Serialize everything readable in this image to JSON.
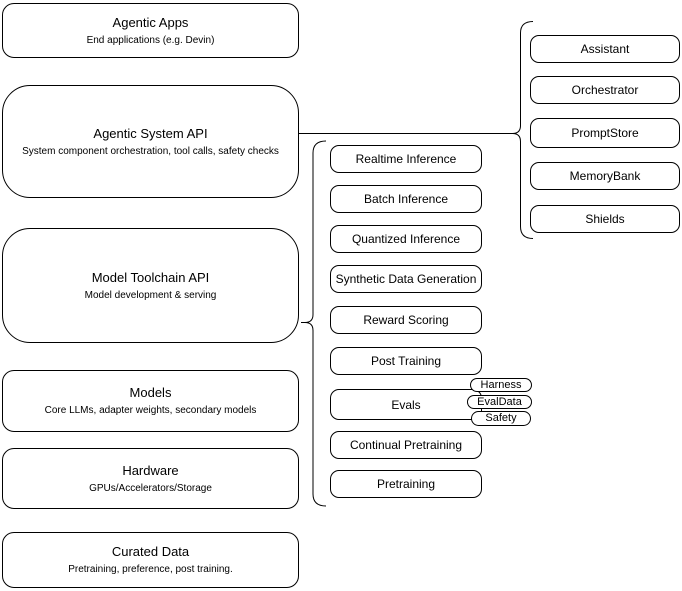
{
  "diagram": {
    "left_column": {
      "boxes": [
        {
          "title": "Agentic Apps",
          "subtitle": "End applications (e.g. Devin)"
        },
        {
          "title": "Agentic System API",
          "subtitle": "System component orchestration, tool calls, safety checks"
        },
        {
          "title": "Model Toolchain API",
          "subtitle": "Model development & serving"
        },
        {
          "title": "Models",
          "subtitle": "Core LLMs, adapter weights, secondary models"
        },
        {
          "title": "Hardware",
          "subtitle": "GPUs/Accelerators/Storage"
        },
        {
          "title": "Curated Data",
          "subtitle": "Pretraining, preference, post training."
        }
      ]
    },
    "toolchain_services": {
      "items": [
        {
          "label": "Realtime Inference"
        },
        {
          "label": "Batch Inference"
        },
        {
          "label": "Quantized Inference"
        },
        {
          "label": "Synthetic Data Generation"
        },
        {
          "label": "Reward Scoring"
        },
        {
          "label": "Post Training"
        },
        {
          "label": "Evals"
        },
        {
          "label": "Continual Pretraining"
        },
        {
          "label": "Pretraining"
        }
      ],
      "eval_tags": [
        "Harness",
        "EvalData",
        "Safety"
      ]
    },
    "system_components": {
      "items": [
        {
          "label": "Assistant"
        },
        {
          "label": "Orchestrator"
        },
        {
          "label": "PromptStore"
        },
        {
          "label": "MemoryBank"
        },
        {
          "label": "Shields"
        }
      ]
    },
    "colors": {
      "stroke": "#000000",
      "fill": "#ffffff",
      "text": "#000000"
    }
  }
}
